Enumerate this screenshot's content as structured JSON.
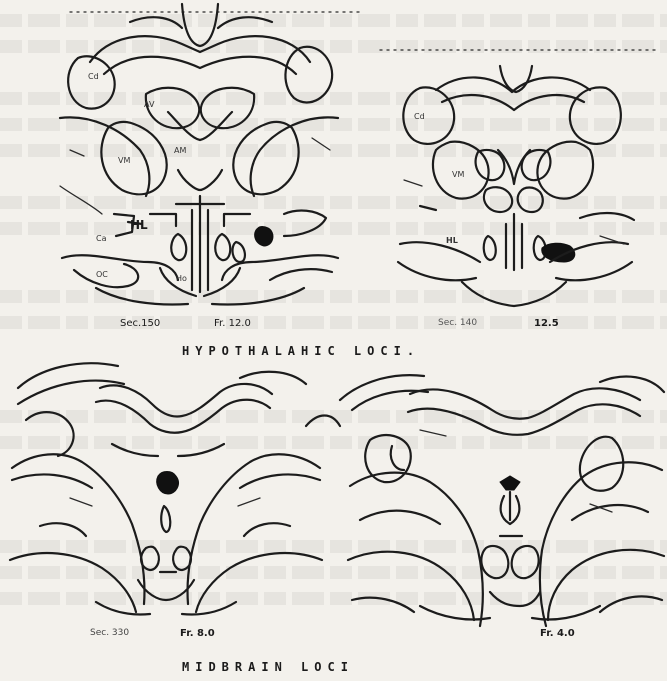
{
  "figure": {
    "hypothalamic_caption": "HYPOTHALAHIC  LOCI.",
    "midbrain_caption": "MIDBRAIN  LOCI"
  },
  "panels": {
    "top_left": {
      "section_label": "Sec.150",
      "frontal_label": "Fr. 12.0",
      "labels": [
        "Cd",
        "AV",
        "AM",
        "VM",
        "HL",
        "Ca",
        "OC",
        "Ho"
      ]
    },
    "top_right": {
      "section_label": "Sec. 140",
      "frontal_label": "12.5",
      "labels": [
        "Cd",
        "VM",
        "HL"
      ]
    },
    "bottom_left": {
      "section_label": "Sec. 330",
      "frontal_label": "Fr. 8.0"
    },
    "bottom_right": {
      "frontal_label": "Fr. 4.0"
    }
  }
}
